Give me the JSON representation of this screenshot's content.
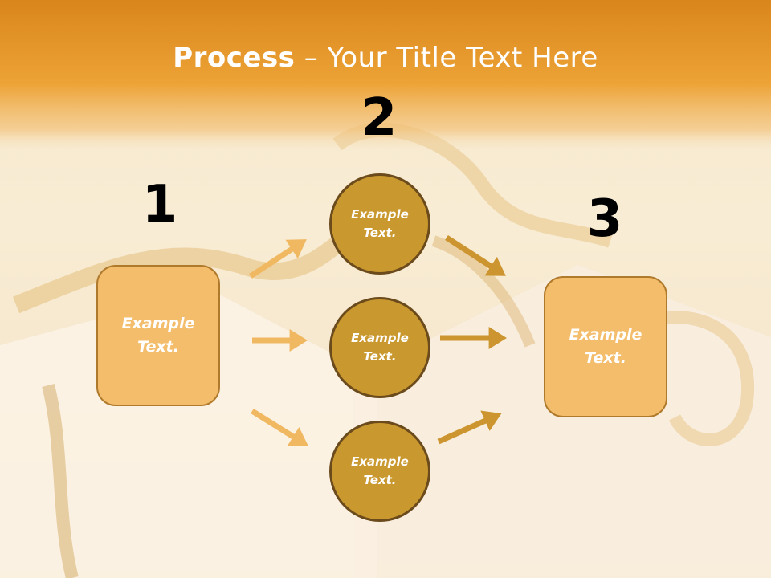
{
  "title": {
    "bold": "Process",
    "rest": " – Your Title Text Here"
  },
  "steps": [
    {
      "number": "1",
      "text_line1": "Example",
      "text_line2": "Text."
    },
    {
      "number": "2",
      "text_line1": "Example",
      "text_line2": "Text."
    },
    {
      "number": "3",
      "text_line1": "Example",
      "text_line2": "Text."
    }
  ],
  "circles": [
    {
      "text_line1": "Example",
      "text_line2": "Text."
    },
    {
      "text_line1": "Example",
      "text_line2": "Text."
    },
    {
      "text_line1": "Example",
      "text_line2": "Text."
    }
  ],
  "colors": {
    "header": "#e99c2c",
    "box_fill": "#f3bd6c",
    "circle_fill": "#c9982e",
    "arrow_left": "#f0b860",
    "arrow_right": "#cc9530"
  }
}
